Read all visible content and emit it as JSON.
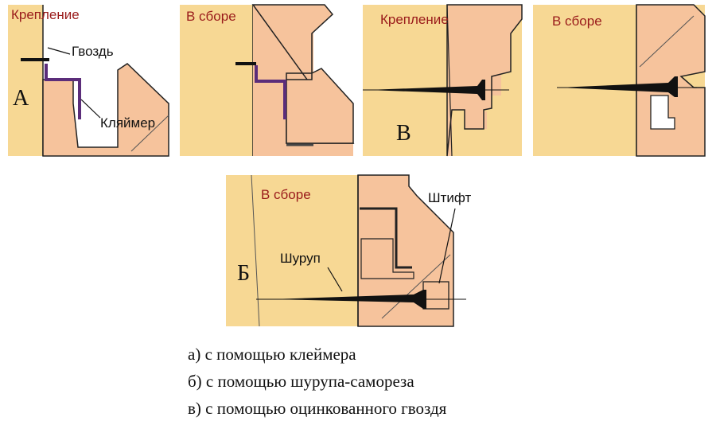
{
  "panels": {
    "a1": {
      "title": "Крепление",
      "letter": "А",
      "nail_label": "Гвоздь",
      "clip_label": "Кляймер"
    },
    "a2": {
      "title": "В сборе"
    },
    "v1": {
      "title": "Крепление",
      "letter": "В"
    },
    "v2": {
      "title": "В сборе"
    },
    "b": {
      "title": "В сборе",
      "letter": "Б",
      "screw_label": "Шуруп",
      "pin_label": "Штифт"
    }
  },
  "captions": [
    "а)  с помощью клеймера",
    "б)  с помощью шурупа-самореза",
    "в)  с помощью оцинкованного гвоздя"
  ],
  "colors": {
    "wood_light": "#f7d894",
    "wood_pink": "#f6c39c",
    "clip": "#5b2d7a",
    "outline": "#222222",
    "title_red": "#9a1b1b"
  }
}
